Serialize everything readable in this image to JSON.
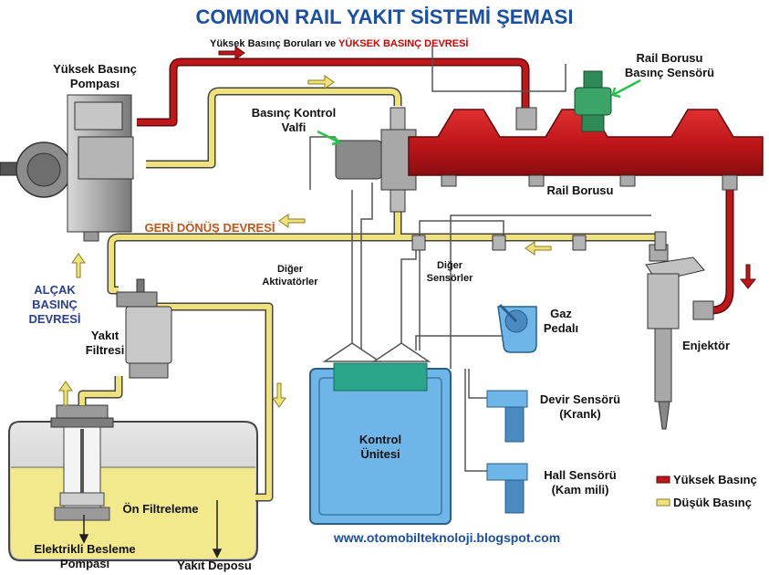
{
  "title": "COMMON RAIL YAKIT SİSTEMİ ŞEMASI",
  "subtitle": {
    "prefix": "Yüksek Basınç Boruları ve ",
    "highlight": "YÜKSEK BASINÇ DEVRESİ"
  },
  "labels": {
    "high_pressure_pump": "Yüksek Basınç\nPompası",
    "pressure_control_valve": "Basınç Kontrol\nValfi",
    "rail_pressure_sensor": "Rail Borusu\nBasınç Sensörü",
    "rail_pipe": "Rail Borusu",
    "return_circuit": "GERİ DÖNÜŞ DEVRESİ",
    "low_pressure_circuit": "ALÇAK\nBASINÇ\nDEVRESİ",
    "fuel_filter": "Yakıt\nFiltresi",
    "other_actuators": "Diğer\nAktivatörler",
    "other_sensors": "Diğer\nSensörler",
    "gas_pedal": "Gaz\nPedalı",
    "injector": "Enjektör",
    "control_unit": "Kontrol\nÜnitesi",
    "rev_sensor": "Devir Sensörü\n(Krank)",
    "hall_sensor": "Hall Sensörü\n(Kam mili)",
    "prefilter": "Ön Filtreleme",
    "electric_pump": "Elektrikli Besleme\nPompası",
    "fuel_tank": "Yakıt Deposu"
  },
  "legend": [
    {
      "label": "Yüksek Basınç",
      "color": "#c0161a"
    },
    {
      "label": "Düşük Basınç",
      "color": "#f0e27a"
    }
  ],
  "website": "www.otomobilteknoloji.blogspot.com",
  "colors": {
    "high_pressure": "#c0161a",
    "low_pressure": "#f0e27a",
    "title": "#1a4fa3",
    "control_unit": "#6fb6e8"
  }
}
